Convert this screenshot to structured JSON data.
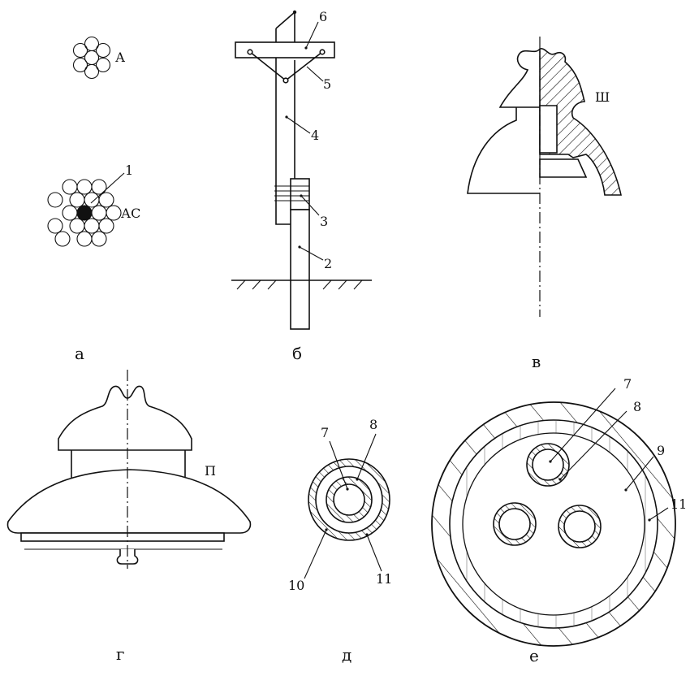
{
  "captions": {
    "a": "а",
    "b": "б",
    "v": "в",
    "g": "г",
    "d": "д",
    "e": "е"
  },
  "labels": {
    "conductor_a": "А",
    "conductor_ac": "АС",
    "n1": "1",
    "n2": "2",
    "n3": "3",
    "n4": "4",
    "n5": "5",
    "n6": "6",
    "pin_insulator": "Ш",
    "suspension_insulator": "П",
    "d7": "7",
    "d8": "8",
    "d10": "10",
    "d11": "11",
    "e7": "7",
    "e8": "8",
    "e9": "9",
    "e11": "11"
  }
}
